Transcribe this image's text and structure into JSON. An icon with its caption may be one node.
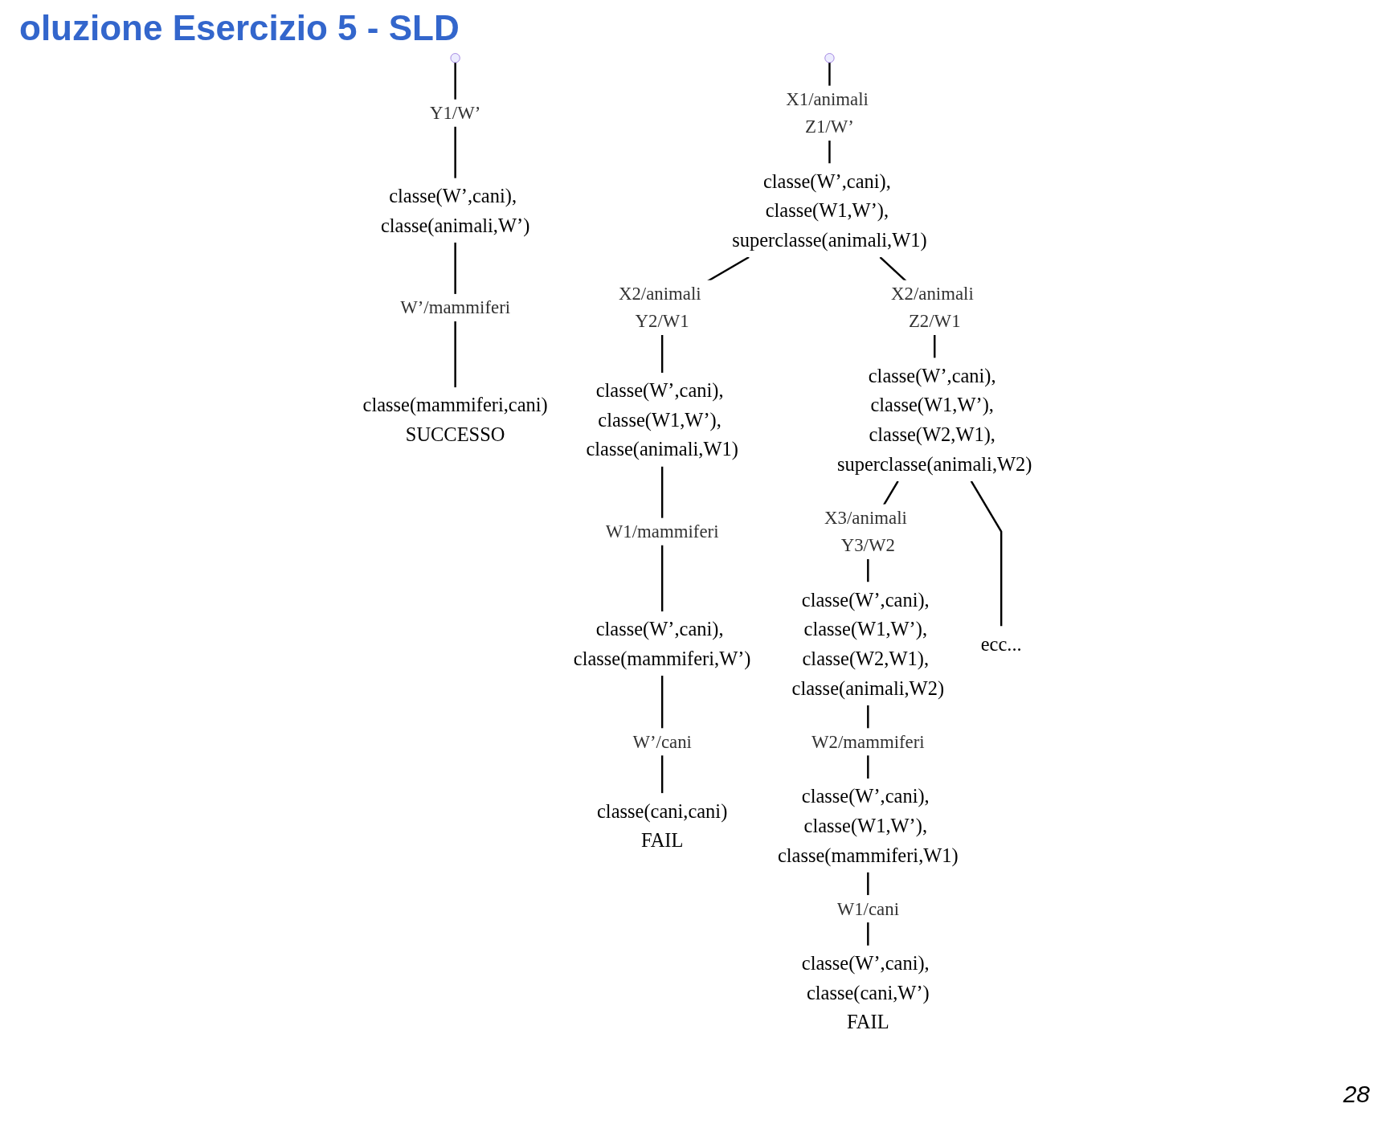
{
  "diagram": {
    "title": "oluzione Esercizio 5 - SLD",
    "nodes": [
      {
        "text": [
          "classe(W’,cani), classe(animali,W’)"
        ]
      },
      {
        "text": [
          "classe(mammiferi,cani)",
          "SUCCESSO"
        ]
      },
      {
        "text": [
          "classe(W’,cani), classe(W1,W’), superclasse(animali,W1)"
        ]
      },
      {
        "text": [
          "classe(W’,cani), classe(W1,W’), classe(animali,W1)"
        ]
      },
      {
        "text": [
          "classe(W’,cani), classe(mammiferi,W’)"
        ]
      },
      {
        "text": [
          "classe(cani,cani)",
          "FAIL"
        ]
      },
      {
        "text": [
          "classe(W’,cani), classe(W1,W’), classe(W2,W1), superclasse(animali,W2)"
        ]
      },
      {
        "text": [
          "classe(W’,cani), classe(W1,W’), classe(W2,W1), classe(animali,W2)"
        ]
      },
      {
        "text": [
          "ecc..."
        ]
      },
      {
        "text": [
          "classe(W’,cani), classe(W1,W’), classe(mammiferi,W1)"
        ]
      },
      {
        "text": [
          "classe(W’,cani), classe(cani,W’)",
          "FAIL"
        ]
      }
    ],
    "edges": [
      {
        "from": null,
        "to": 0,
        "arrow": "none",
        "label": "Y1/W’"
      },
      {
        "from": null,
        "to": 2,
        "arrow": "none",
        "label": "X1/animali Z1/W’"
      },
      {
        "from": 0,
        "to": 1,
        "arrow": "none",
        "label": "W’/mammiferi"
      },
      {
        "from": 2,
        "to": 3,
        "arrow": "none",
        "label": "X2/animali Y2/W1"
      },
      {
        "from": 2,
        "to": 6,
        "arrow": "none",
        "label": "X2/animali Z2/W1"
      },
      {
        "from": 3,
        "to": 4,
        "arrow": "none",
        "label": "W1/mammiferi"
      },
      {
        "from": 4,
        "to": 5,
        "arrow": "none",
        "label": "W’/cani"
      },
      {
        "from": 6,
        "to": 7,
        "arrow": "none",
        "label": "X3/animali Y3/W2"
      },
      {
        "from": 6,
        "to": 8,
        "arrow": "none"
      },
      {
        "from": 7,
        "to": 9,
        "arrow": "none",
        "label": "W2/mammiferi"
      },
      {
        "from": 9,
        "to": 10,
        "arrow": "none",
        "label": "W1/cani"
      }
    ],
    "labels": [
      "28"
    ]
  }
}
